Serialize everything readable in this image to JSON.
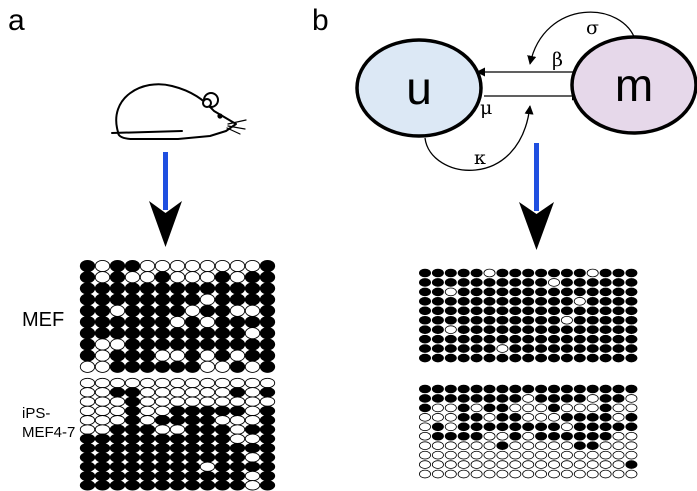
{
  "panels": {
    "a": {
      "label": "a",
      "row_labels": [
        "MEF",
        "iPS-",
        "MEF4-7"
      ]
    },
    "b": {
      "label": "b",
      "states": [
        {
          "letter": "u",
          "color": "#dce8f5"
        },
        {
          "letter": "m",
          "color": "#e6d8ea"
        }
      ],
      "rates": {
        "beta": "β",
        "sigma": "σ",
        "mu": "μ",
        "kappa": "κ"
      }
    }
  },
  "colors": {
    "arrow_shaft": "#1f4fe0",
    "arrow_head": "#000000",
    "filled_site": "#000000",
    "empty_site": "#ffffff"
  },
  "grids": {
    "a_mef": [
      "1011000000001",
      "1010010001011",
      "1111111111111",
      "1111111101111",
      "1101111011001",
      "1111110101111",
      "1111111111101",
      "1001111111111",
      "1011100101011",
      "0011111100101"
    ],
    "a_ips": [
      "0000000000000",
      "0011000000101",
      "0001000000000",
      "0001001111101",
      "0001011110001",
      "0011100111011",
      "1111111111001",
      "1111111111111",
      "1111111111101",
      "1111111101111",
      "1111111111101",
      "1111111111101"
    ],
    "b_top": [
      "11111011111110111",
      "11111111110111111",
      "11011111111111111",
      "11111111111101111",
      "11111111111111111",
      "11111111111011111",
      "11011111111111111",
      "11111111111111111",
      "11111101111111111",
      "11111111111111111"
    ],
    "b_bottom": [
      "11111111111111111",
      "11111111011110110",
      "10010110001000100",
      "00011011000111101",
      "01011111111011111",
      "01111001011111100",
      "00000010000011000",
      "00000000000000000",
      "00000000000000001",
      "00000000000000000"
    ]
  }
}
